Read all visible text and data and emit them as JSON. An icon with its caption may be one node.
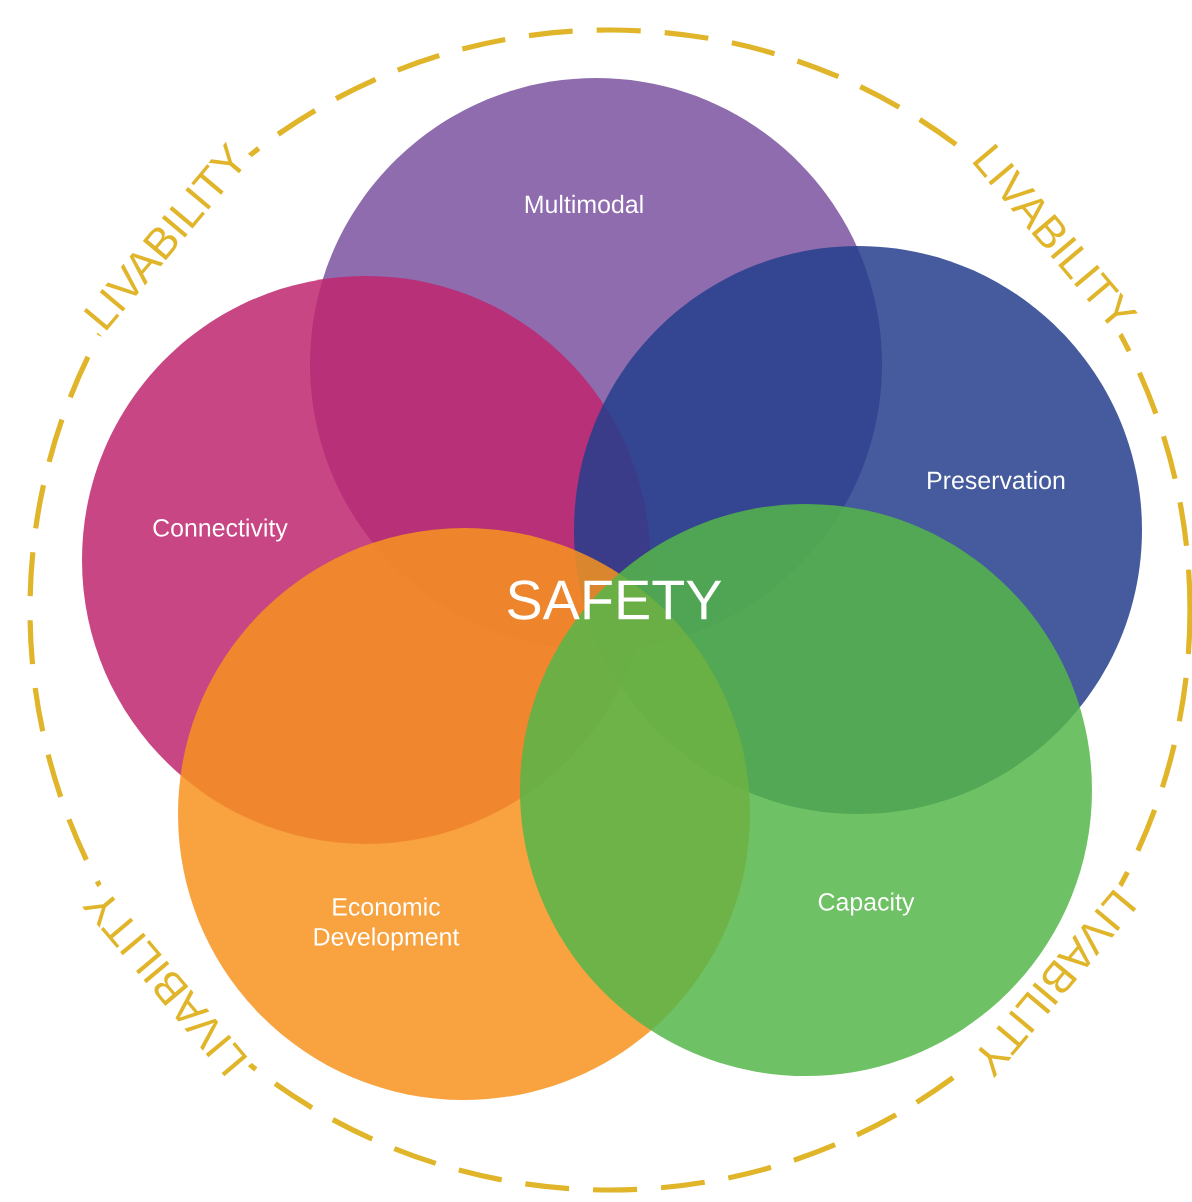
{
  "diagram": {
    "nodes": [
      {
        "text": [
          "Multimodal"
        ]
      },
      {
        "text": [
          "Connectivity"
        ]
      },
      {
        "text": [
          "Preservation"
        ]
      },
      {
        "text": [
          "Economic Development"
        ]
      },
      {
        "text": [
          "Capacity"
        ]
      }
    ],
    "edges": [],
    "labels": [
      "LIVABILITY",
      "LIVABILITY",
      "SAFETY",
      "LIVABILITY",
      "LIVABILITY"
    ]
  }
}
